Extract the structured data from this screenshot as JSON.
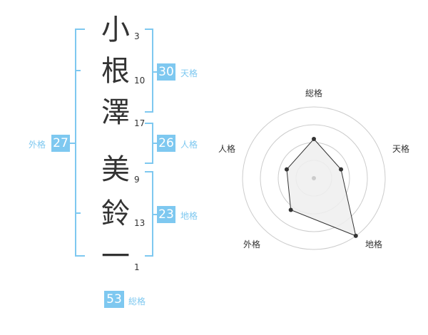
{
  "name": {
    "characters": [
      {
        "char": "小",
        "strokes": "3"
      },
      {
        "char": "根",
        "strokes": "10"
      },
      {
        "char": "澤",
        "strokes": "17"
      },
      {
        "char": "美",
        "strokes": "9"
      },
      {
        "char": "鈴",
        "strokes": "13"
      },
      {
        "char": "一",
        "strokes": "1"
      }
    ]
  },
  "fortunes": {
    "tenkaku": {
      "value": "30",
      "label": "天格"
    },
    "jinkaku": {
      "value": "26",
      "label": "人格"
    },
    "chikaku": {
      "value": "23",
      "label": "地格"
    },
    "gaikaku": {
      "value": "27",
      "label": "外格"
    },
    "soukaku": {
      "value": "53",
      "label": "総格"
    }
  },
  "radar": {
    "axes": [
      "総格",
      "天格",
      "地格",
      "外格",
      "人格"
    ],
    "values": [
      0.55,
      0.4,
      1.0,
      0.55,
      0.4
    ],
    "max": 1.0,
    "rings": 4
  },
  "colors": {
    "accent": "#7ec8f0",
    "text": "#333333",
    "radar_fill": "#eeeeee",
    "radar_line": "#333333",
    "ring": "#cccccc"
  }
}
